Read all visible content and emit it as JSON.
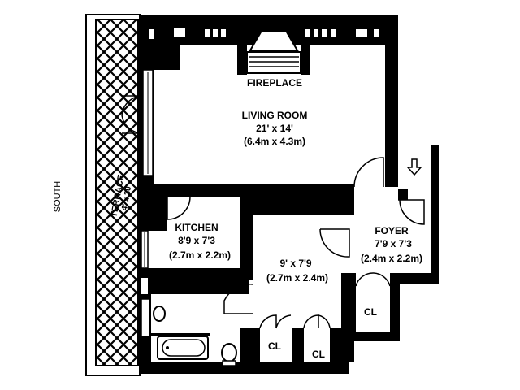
{
  "labels": {
    "south": "SOUTH",
    "terrace_name": "TERRACE",
    "terrace_dims": "4' x 30'",
    "fireplace": "FIREPLACE",
    "living_name": "LIVING ROOM",
    "living_imperial": "21' x 14'",
    "living_metric": "(6.4m x 4.3m)",
    "kitchen_name": "KITCHEN",
    "kitchen_imperial": "8'9 x 7'3",
    "kitchen_metric": "(2.7m x 2.2m)",
    "bedroom_imperial": "9' x 7'9",
    "bedroom_metric": "(2.7m x 2.4m)",
    "foyer_name": "FOYER",
    "foyer_imperial": "7'9 x 7'3",
    "foyer_metric": "(2.4m x 2.2m)",
    "closet_1": "CL",
    "closet_2": "CL",
    "closet_3": "CL"
  },
  "icons": {
    "entry_arrow": "down-arrow-icon",
    "bathtub": "bathtub-icon",
    "toilet": "toilet-icon",
    "sink": "sink-icon"
  },
  "colors": {
    "wall": "#000000",
    "background": "#ffffff"
  }
}
